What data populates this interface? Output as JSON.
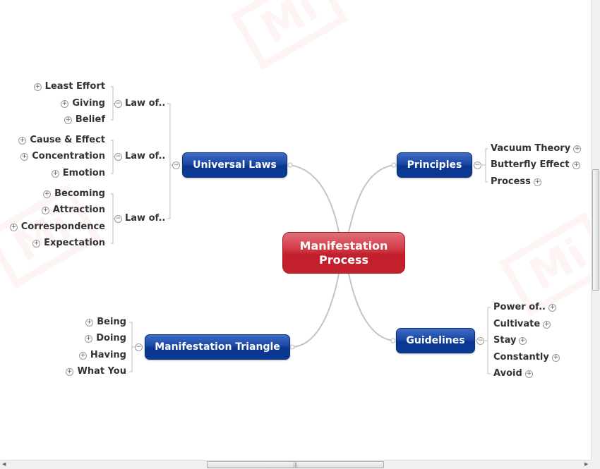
{
  "central": {
    "line1": "Manifestation",
    "line2": "Process"
  },
  "universal_laws": {
    "label": "Universal Laws",
    "groups": [
      {
        "label": "Law of..",
        "children": [
          "Least Effort",
          "Giving",
          "Belief"
        ]
      },
      {
        "label": "Law of..",
        "children": [
          "Cause & Effect",
          "Concentration",
          "Emotion"
        ]
      },
      {
        "label": "Law of..",
        "children": [
          "Becoming",
          "Attraction",
          "Correspondence",
          "Expectation"
        ]
      }
    ]
  },
  "principles": {
    "label": "Principles",
    "children": [
      "Vacuum Theory",
      "Butterfly Effect",
      "Process"
    ]
  },
  "manifestation_triangle": {
    "label": "Manifestation Triangle",
    "children": [
      "Being",
      "Doing",
      "Having",
      "What You"
    ]
  },
  "guidelines": {
    "label": "Guidelines",
    "children": [
      "Power of..",
      "Cultivate",
      "Stay",
      "Constantly",
      "Avoid"
    ]
  },
  "watermark": "MindJet",
  "colors": {
    "topic_blue": "#0b3690",
    "central_red": "#c3212d",
    "connector": "#c0c0c0"
  }
}
